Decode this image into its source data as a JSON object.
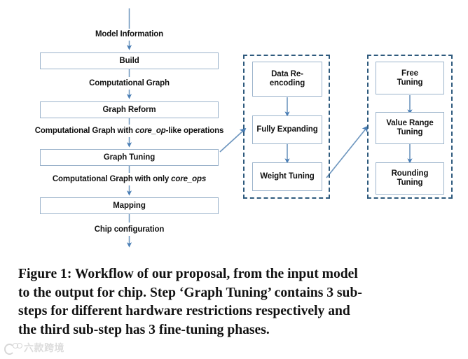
{
  "figure": {
    "caption_line1": "Figure 1: Workflow of our proposal, from the input model",
    "caption_line2": "to the output for chip. Step ‘Graph Tuning’ contains 3 sub-",
    "caption_line3": "steps for different hardware restrictions respectively and",
    "caption_line4": "the third sub-step has 3 fine-tuning phases."
  },
  "colors": {
    "box_border": "#9bb3cb",
    "dashed_border": "#2e5a7d",
    "arrow": "#4a7eb5",
    "text": "#131313"
  },
  "main_flow": {
    "boxes": [
      {
        "id": "build",
        "label": "Build"
      },
      {
        "id": "graph-reform",
        "label": "Graph Reform"
      },
      {
        "id": "graph-tuning",
        "label": "Graph Tuning"
      },
      {
        "id": "mapping",
        "label": "Mapping"
      }
    ],
    "edge_labels": [
      {
        "id": "model-information",
        "text": "Model Information"
      },
      {
        "id": "computational-graph",
        "text": "Computational Graph"
      },
      {
        "id": "cg-core-op-like",
        "pre": "Computational Graph with ",
        "em": "core_op",
        "post": "-like operations"
      },
      {
        "id": "cg-only-core-ops",
        "pre": "Computational Graph with only ",
        "em": "core_ops",
        "post": ""
      },
      {
        "id": "chip-configuration",
        "text": "Chip configuration"
      }
    ]
  },
  "substeps_group": {
    "name": "graph-tuning-substeps",
    "boxes": [
      {
        "id": "data-re-encoding",
        "line1": "Data Re-",
        "line2": "encoding"
      },
      {
        "id": "fully-expanding",
        "line1": "Fully Expanding",
        "line2": ""
      },
      {
        "id": "weight-tuning",
        "line1": "Weight Tuning",
        "line2": ""
      }
    ]
  },
  "phases_group": {
    "name": "weight-tuning-phases",
    "boxes": [
      {
        "id": "free-tuning",
        "line1": "Free",
        "line2": "Tuning"
      },
      {
        "id": "value-range-tuning",
        "line1": "Value Range",
        "line2": "Tuning"
      },
      {
        "id": "rounding-tuning",
        "line1": "Rounding",
        "line2": "Tuning"
      }
    ]
  },
  "watermark": {
    "text": "六款跨境",
    "logo_icon": "circles-logo-icon"
  }
}
